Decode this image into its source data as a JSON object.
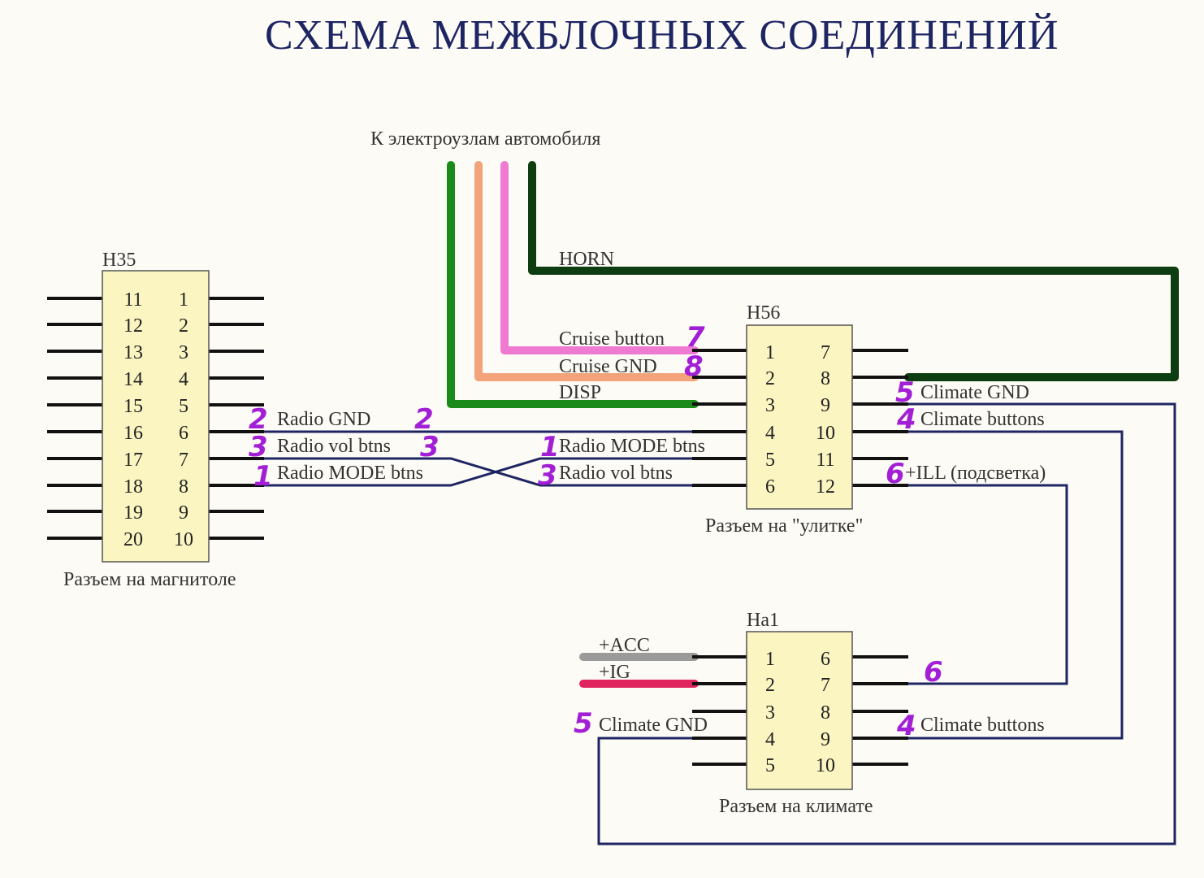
{
  "title": "СХЕМА МЕЖБЛОЧНЫХ СОЕДИНЕНИЙ",
  "top_label": "К электроузлам автомобиля",
  "connectors": {
    "h35": {
      "name": "H35",
      "caption": "Разъем на магнитоле",
      "left_pins": [
        "11",
        "12",
        "13",
        "14",
        "15",
        "16",
        "17",
        "18",
        "19",
        "20"
      ],
      "right_pins": [
        "1",
        "2",
        "3",
        "4",
        "5",
        "6",
        "7",
        "8",
        "9",
        "10"
      ]
    },
    "h56": {
      "name": "H56",
      "caption": "Разъем на \"улитке\"",
      "left_pins": [
        "1",
        "2",
        "3",
        "4",
        "5",
        "6"
      ],
      "right_pins": [
        "7",
        "8",
        "9",
        "10",
        "11",
        "12"
      ]
    },
    "ha1": {
      "name": "Ha1",
      "caption": "Разъем на климате",
      "left_pins": [
        "1",
        "2",
        "3",
        "4",
        "5"
      ],
      "right_pins": [
        "6",
        "7",
        "8",
        "9",
        "10"
      ]
    }
  },
  "signals": {
    "horn": "HORN",
    "cruise_button": "Cruise button",
    "cruise_gnd": "Cruise GND",
    "disp": "DISP",
    "radio_gnd": "Radio GND",
    "radio_vol": "Radio vol btns",
    "radio_mode": "Radio MODE btns",
    "h56_radio_mode": "Radio MODE btns",
    "h56_radio_vol": "Radio vol btns",
    "climate_gnd": "Climate GND",
    "climate_buttons": "Climate buttons",
    "ill": "+ILL (подсветка)",
    "acc": "+ACC",
    "ig": "+IG",
    "ha1_climate_gnd": "Climate GND",
    "ha1_climate_buttons": "Climate buttons"
  },
  "handwritten": {
    "radio_gnd_l": "2",
    "radio_gnd_r": "2",
    "radio_vol_l": "3",
    "radio_vol_r": "3",
    "radio_mode_l": "1",
    "h56_mode": "1",
    "h56_vol": "3",
    "cruise_button": "7",
    "cruise_gnd": "8",
    "climate_gnd": "5",
    "climate_buttons": "4",
    "ill": "6",
    "ha1_gnd": "5",
    "ha1_buttons": "4",
    "ha1_ill": "6"
  },
  "colors": {
    "green": "#1a8a1a",
    "orange": "#f2a37a",
    "pink": "#ee7ad2",
    "dark_green": "#0f3d12",
    "navy": "#1e2563",
    "gray": "#9a9a9a",
    "crimson": "#e0245e",
    "handwriting": "#a21fd6",
    "connector_fill": "#fbf5c1"
  }
}
